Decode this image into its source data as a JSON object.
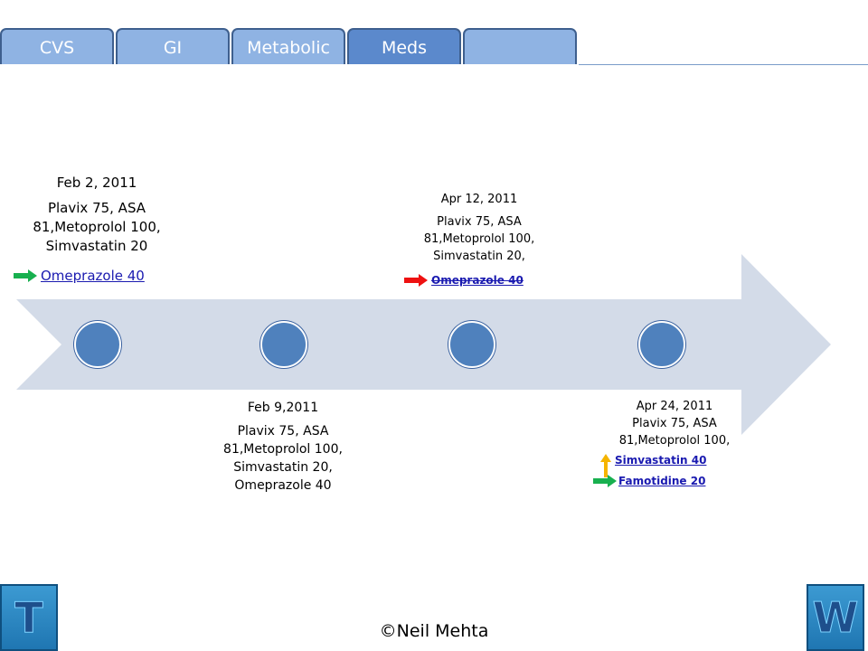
{
  "tabs": [
    {
      "label": "CVS",
      "active": false
    },
    {
      "label": "GI",
      "active": false
    },
    {
      "label": "Metabolic",
      "active": false
    },
    {
      "label": "Meds",
      "active": true
    },
    {
      "label": "",
      "active": false
    }
  ],
  "timeline": {
    "entries": [
      {
        "date": "Feb 2, 2011",
        "meds": [
          "Plavix 75, ASA",
          "81,Metoprolol 100,",
          "Simvastatin 20"
        ],
        "change": {
          "text": "Omeprazole 40",
          "icon": "green-right-arrow-icon"
        }
      },
      {
        "date": "Feb 9,2011",
        "meds": [
          "Plavix 75, ASA",
          "81,Metoprolol 100,",
          "Simvastatin 20,",
          "Omeprazole 40"
        ]
      },
      {
        "date": "Apr 12, 2011",
        "meds": [
          "Plavix 75, ASA",
          "81,Metoprolol 100,",
          "Simvastatin 20,"
        ],
        "change": {
          "text": "Omeprazole 40",
          "icon": "red-right-arrow-icon"
        }
      },
      {
        "date": "Apr 24, 2011",
        "meds": [
          "Plavix 75, ASA",
          "81,Metoprolol 100,"
        ],
        "changes": [
          {
            "text": "Simvastatin 40",
            "icon": "yellow-up-arrow-icon"
          },
          {
            "text": "Famotidine 20",
            "icon": "green-right-arrow-icon"
          }
        ]
      }
    ]
  },
  "colors": {
    "tab": "#8fb3e3",
    "tab_active": "#5b89cc",
    "arrow_band": "#d3dbe8",
    "node": "#4f81bd",
    "link": "#1a1ab0",
    "green": "#18b04f",
    "red": "#ee1111",
    "yellow": "#f5b400"
  },
  "corner_buttons": {
    "left": "T",
    "right": "W"
  },
  "footer": "©Neil Mehta"
}
